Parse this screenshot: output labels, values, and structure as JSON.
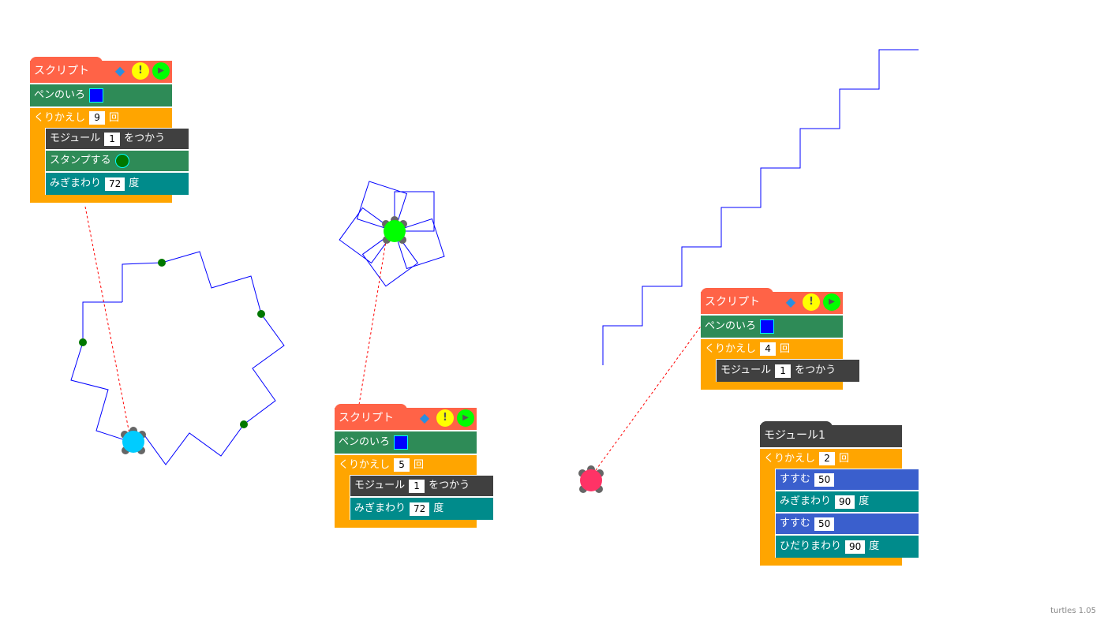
{
  "scripts": [
    {
      "title": "スクリプト",
      "pen_label": "ペンのいろ",
      "repeat_label": "くりかえし",
      "repeat_count": "9",
      "repeat_unit": "回",
      "module_label": "モジュール",
      "module_num": "1",
      "module_suffix": "をつかう",
      "stamp_label": "スタンプする",
      "turn_label": "みぎまわり",
      "turn_value": "72",
      "turn_unit": "度"
    },
    {
      "title": "スクリプト",
      "pen_label": "ペンのいろ",
      "repeat_label": "くりかえし",
      "repeat_count": "5",
      "repeat_unit": "回",
      "module_label": "モジュール",
      "module_num": "1",
      "module_suffix": "をつかう",
      "turn_label": "みぎまわり",
      "turn_value": "72",
      "turn_unit": "度"
    },
    {
      "title": "スクリプト",
      "pen_label": "ペンのいろ",
      "repeat_label": "くりかえし",
      "repeat_count": "4",
      "repeat_unit": "回",
      "module_label": "モジュール",
      "module_num": "1",
      "module_suffix": "をつかう"
    }
  ],
  "module": {
    "title": "モジュール1",
    "repeat_label": "くりかえし",
    "repeat_count": "2",
    "repeat_unit": "回",
    "blocks": [
      {
        "label": "すすむ",
        "value": "50"
      },
      {
        "label": "みぎまわり",
        "value": "90",
        "unit": "度"
      },
      {
        "label": "すすむ",
        "value": "50"
      },
      {
        "label": "ひだりまわり",
        "value": "90",
        "unit": "度"
      }
    ]
  },
  "icons": {
    "eraser": "eraser-icon",
    "warn": "!",
    "run": "▶"
  },
  "colors": {
    "pen": "#0000ff",
    "turtle1": "#00ccff",
    "turtle2": "#00ff00",
    "turtle3": "#ff3366"
  },
  "version": "turtles 1.05"
}
